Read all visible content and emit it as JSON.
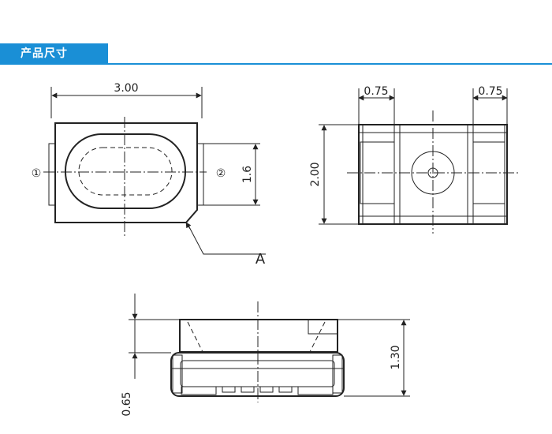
{
  "header": {
    "title": "产品尺寸"
  },
  "top_view": {
    "width_dim": "3.00",
    "height_dim": "1.6",
    "pin1": "①",
    "pin2": "②",
    "marker": "A"
  },
  "bottom_view": {
    "pad_left_dim": "0.75",
    "pad_right_dim": "0.75",
    "height_dim": "2.00"
  },
  "side_view": {
    "height_dim": "1.30",
    "base_dim": "0.65"
  }
}
